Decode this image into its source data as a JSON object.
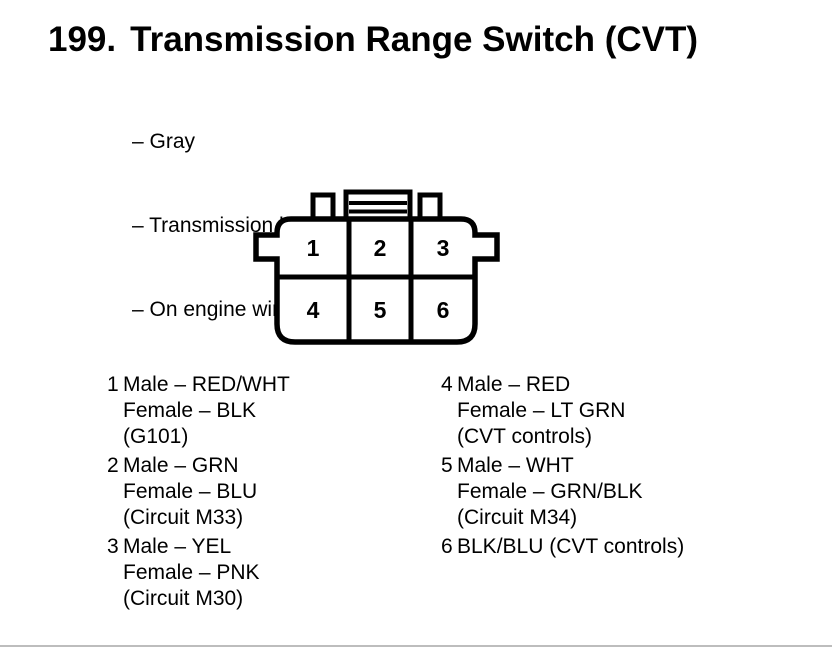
{
  "header": {
    "number": "199.",
    "title": "Transmission Range Switch (CVT)",
    "descriptors": [
      "– Gray",
      "– Transmission housing",
      "– On engine wire harness"
    ]
  },
  "connector": {
    "description": "6-cavity connector, front view, 2 rows of 3 cavities",
    "outline_color": "#000000",
    "fill_color": "#ffffff",
    "cells": [
      "1",
      "2",
      "3",
      "4",
      "5",
      "6"
    ]
  },
  "pinout": {
    "left": [
      {
        "pin": "1",
        "lines": [
          "Male – RED/WHT",
          "Female – BLK",
          "(G101)"
        ]
      },
      {
        "pin": "2",
        "lines": [
          "Male – GRN",
          "Female – BLU",
          "(Circuit M33)"
        ]
      },
      {
        "pin": "3",
        "lines": [
          "Male – YEL",
          "Female – PNK",
          "(Circuit M30)"
        ]
      }
    ],
    "right": [
      {
        "pin": "4",
        "lines": [
          "Male – RED",
          "Female – LT GRN",
          "(CVT controls)"
        ]
      },
      {
        "pin": "5",
        "lines": [
          "Male – WHT",
          "Female – GRN/BLK",
          "(Circuit M34)"
        ]
      },
      {
        "pin": "6",
        "lines": [
          "BLK/BLU (CVT controls)"
        ]
      }
    ]
  },
  "page": {
    "divider_color": "#bdbdbd",
    "background_color": "#ffffff"
  }
}
